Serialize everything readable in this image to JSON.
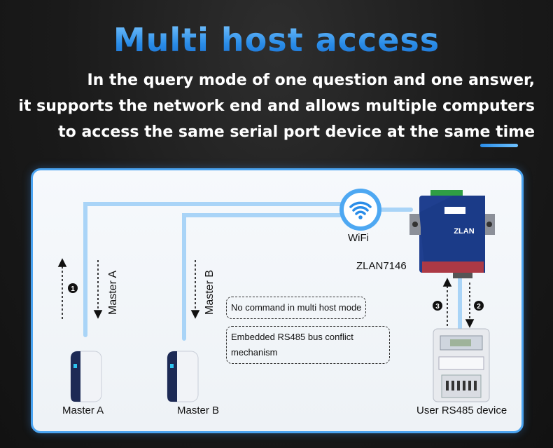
{
  "title": "Multi host access",
  "subtitle": {
    "line1": "In the query mode of one question and one answer,",
    "line2": "it supports the network end and allows multiple computers",
    "line3": "to access the same serial port device at the same time"
  },
  "diagram": {
    "wifi_label": "WiFi",
    "device_model": "ZLAN7146",
    "device_brand": "ZLAN",
    "note_1": "No command in multi host mode",
    "note_2_line1": "Embedded RS485 bus conflict",
    "note_2_line2": "mechanism",
    "master_a_label": "Master A",
    "master_b_label": "Master B",
    "master_a_vertical": "Master A",
    "master_b_vertical": "Master B",
    "user_device_label": "User RS485 device",
    "steps": [
      "1",
      "2",
      "3"
    ]
  },
  "colors": {
    "accent": "#2a8de8",
    "line": "#a9d4f7",
    "panel_border": "#4aa3f0"
  }
}
